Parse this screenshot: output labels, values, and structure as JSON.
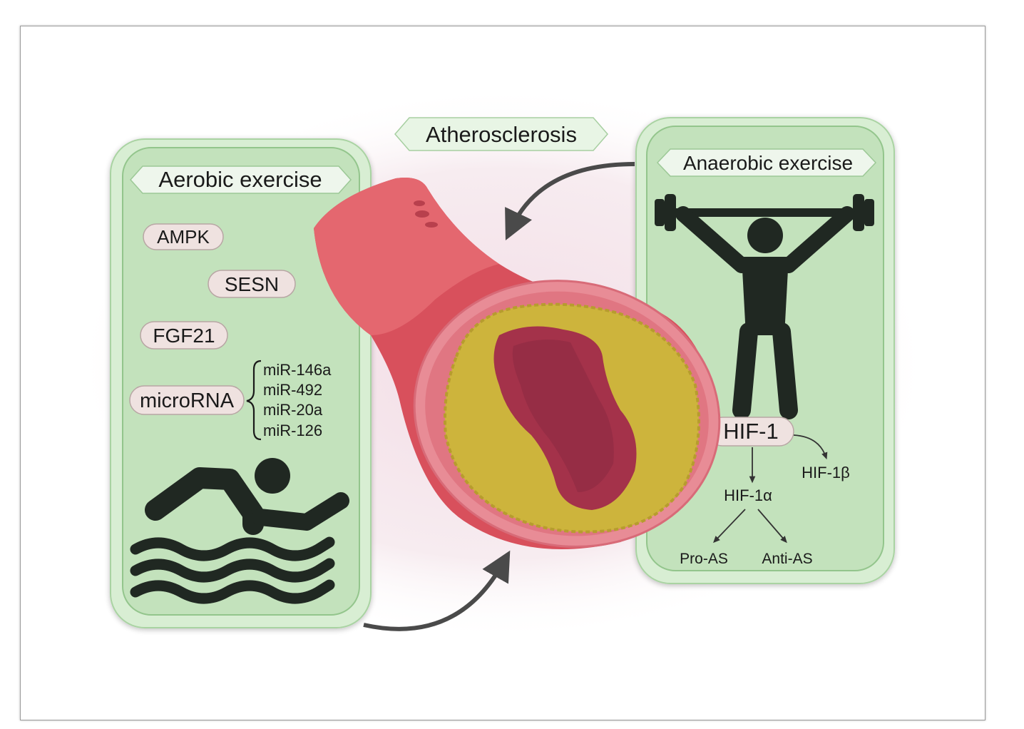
{
  "center": {
    "title": "Atherosclerosis"
  },
  "aerobic_panel": {
    "title": "Aerobic exercise",
    "factors": [
      "AMPK",
      "SESN",
      "FGF21",
      "microRNA"
    ],
    "micro_rnas": [
      "miR-146a",
      "miR-492",
      "miR-20a",
      "miR-126"
    ],
    "icon": "swimmer-icon"
  },
  "anaerobic_panel": {
    "title": "Anaerobic exercise",
    "icon": "weightlifter-icon",
    "hif": {
      "root": "HIF-1",
      "alpha": "HIF-1α",
      "beta": "HIF-1β",
      "pro": "Pro-AS",
      "anti": "Anti-AS"
    }
  },
  "colors": {
    "panel_fill": "#c6e4c0",
    "panel_border": "#8fc18a",
    "label_fill": "#efe2e0",
    "artery_wall": "#d8505c",
    "plaque": "#cdb43c",
    "lumen": "#a4324a",
    "icon": "#202822"
  }
}
